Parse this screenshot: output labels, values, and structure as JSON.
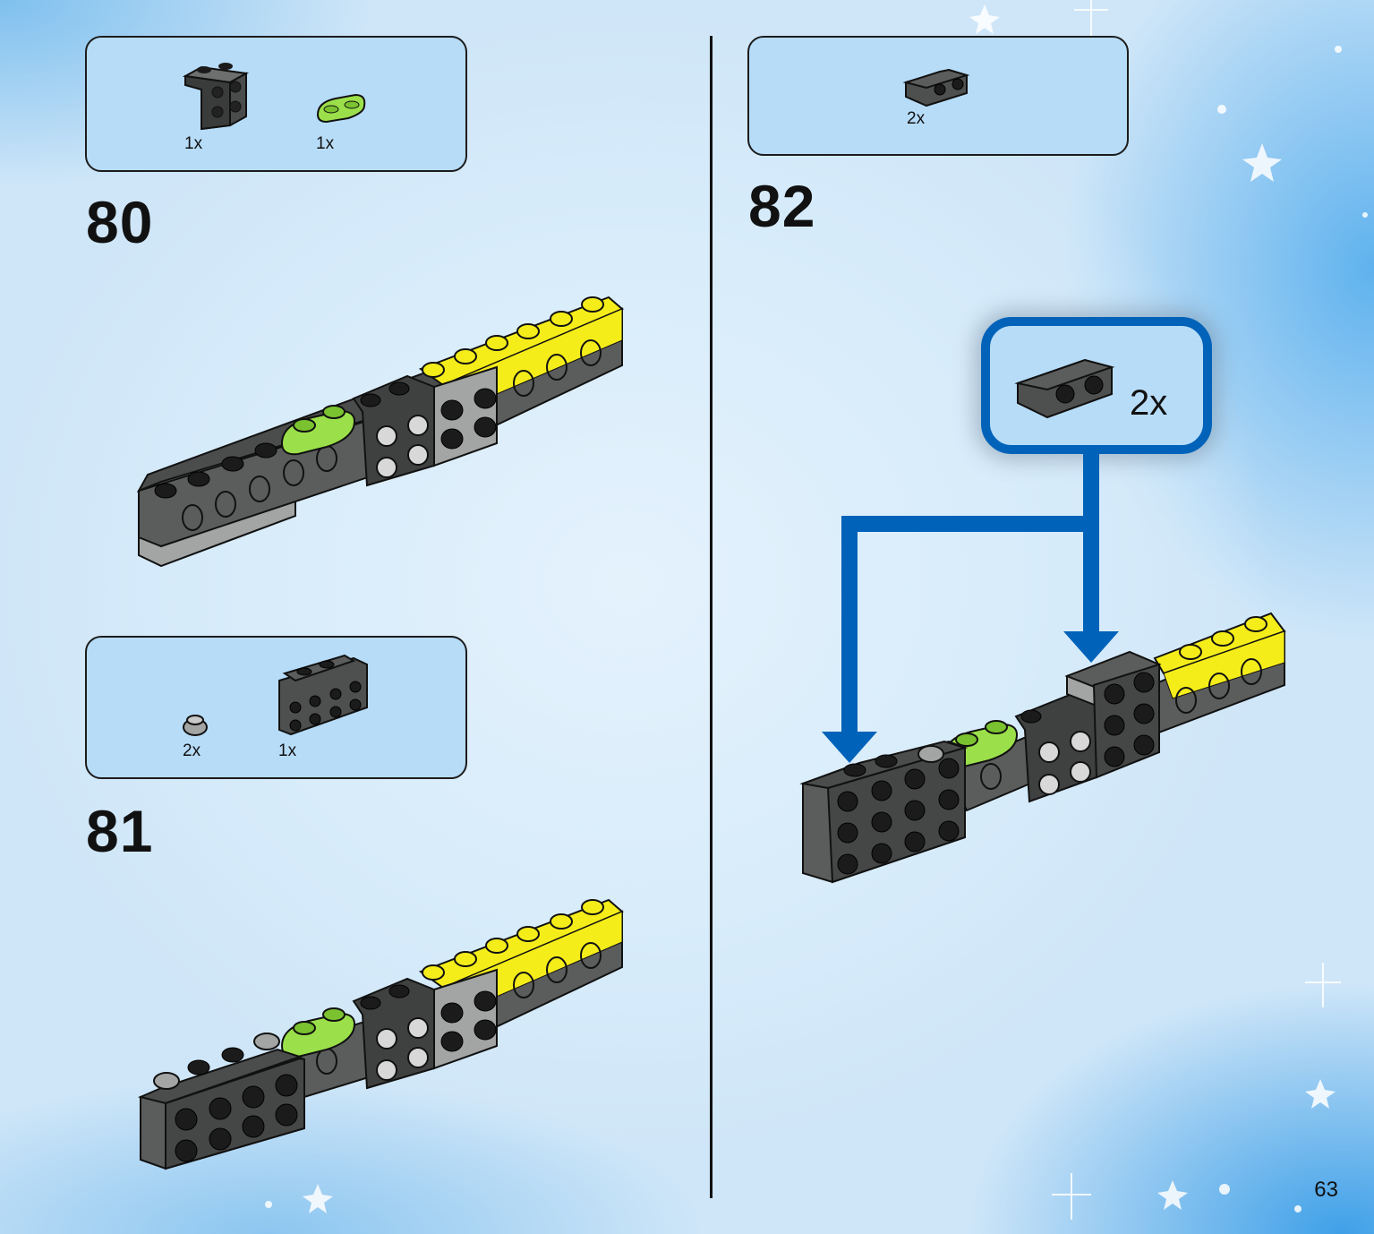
{
  "page": {
    "number": "63"
  },
  "steps": [
    {
      "number": "80",
      "parts": [
        {
          "qty": "1x",
          "part": "dark-bluish-gray-bracket-2x2"
        },
        {
          "qty": "1x",
          "part": "lime-plate-1x2-rounded"
        }
      ]
    },
    {
      "number": "81",
      "parts": [
        {
          "qty": "2x",
          "part": "light-gray-round-plate-1x1"
        },
        {
          "qty": "1x",
          "part": "dark-bluish-gray-bracket-1x2-2x4"
        }
      ]
    },
    {
      "number": "82",
      "parts": [
        {
          "qty": "2x",
          "part": "dark-bluish-gray-bracket-1x2-1x2-inverted"
        }
      ],
      "callout": {
        "qty": "2x"
      }
    }
  ],
  "colors": {
    "arrow": "#0062b8",
    "yellow": "#f5ed1a",
    "lime": "#9be04a",
    "dark_gray": "#5b5d5c",
    "black": "#1b1b1b",
    "light_gray": "#a3a5a4",
    "panel": "#b7dcf8"
  }
}
